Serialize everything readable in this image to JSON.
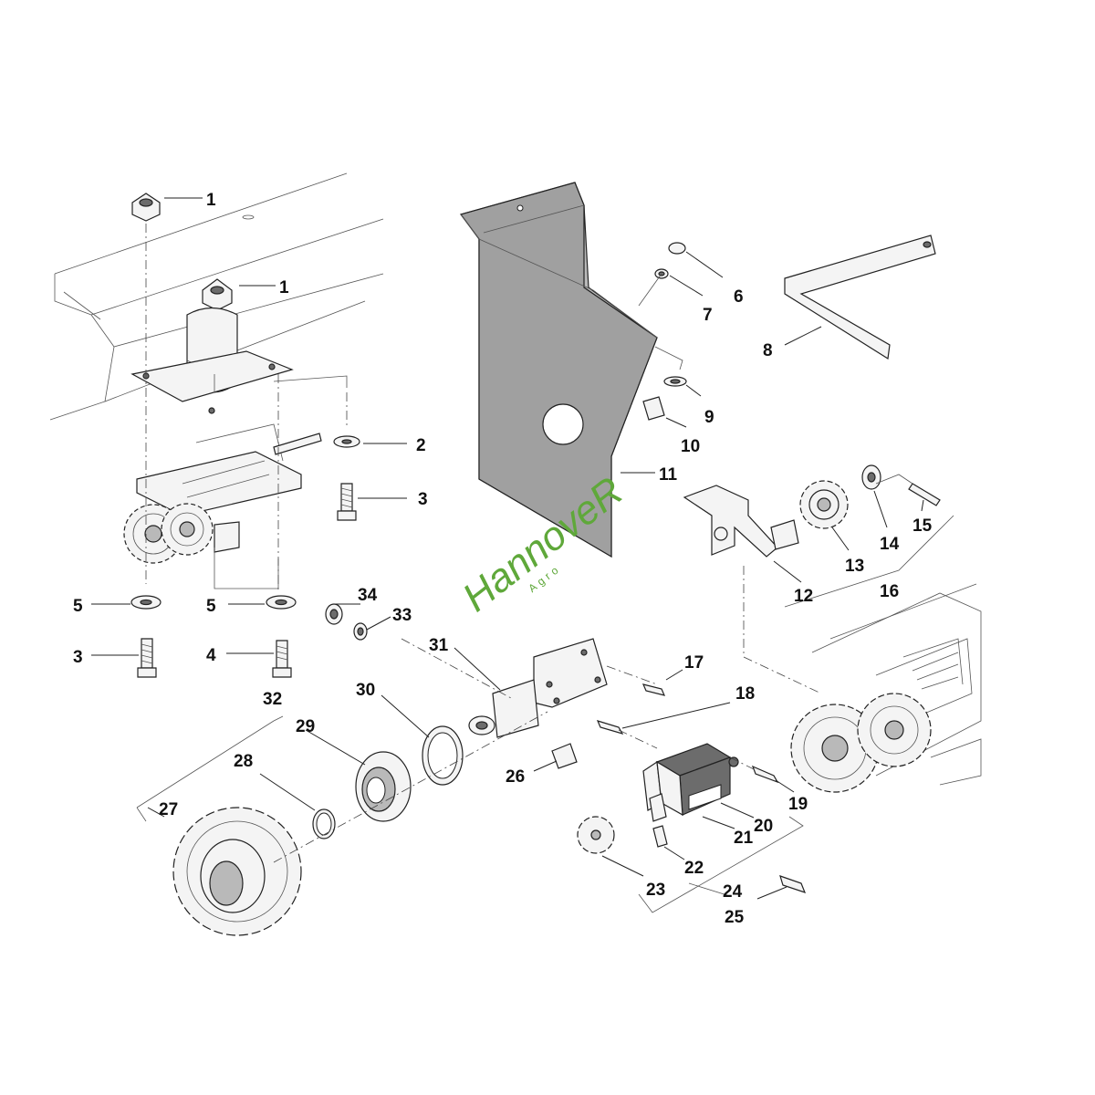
{
  "diagram": {
    "callouts": [
      "1",
      "1",
      "2",
      "3",
      "3",
      "4",
      "5",
      "5",
      "6",
      "7",
      "8",
      "9",
      "10",
      "11",
      "12",
      "13",
      "14",
      "15",
      "16",
      "17",
      "18",
      "19",
      "20",
      "21",
      "22",
      "23",
      "24",
      "25",
      "26",
      "27",
      "28",
      "29",
      "30",
      "31",
      "32",
      "33",
      "34"
    ]
  },
  "watermark": {
    "brand": "HannoveR",
    "sub": "Agro",
    "color": "#5fa83a"
  }
}
